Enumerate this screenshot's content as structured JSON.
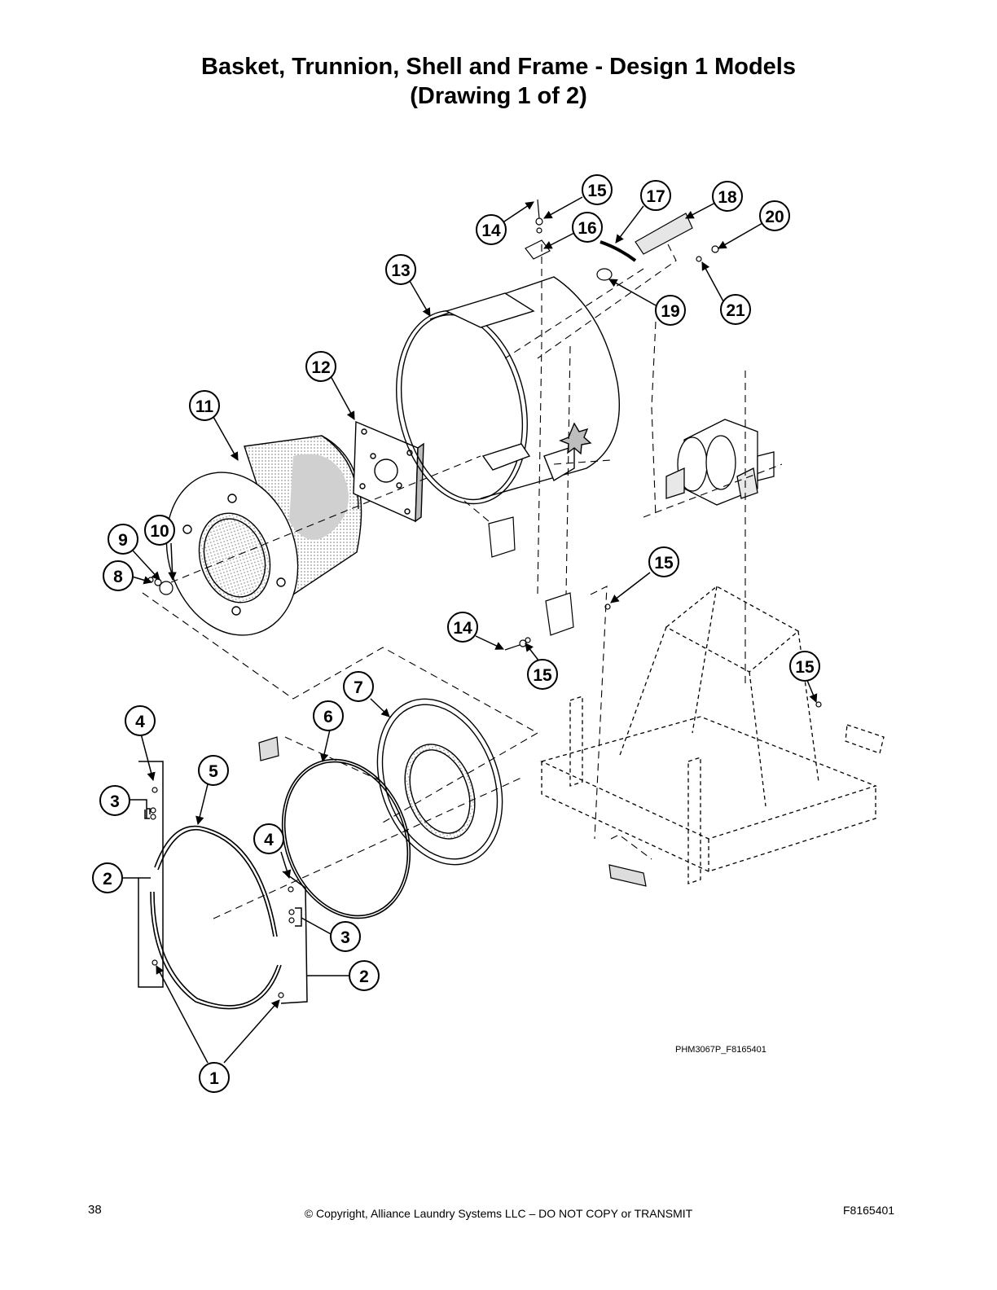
{
  "title_line1": "Basket, Trunnion, Shell and Frame - Design 1 Models",
  "title_line2": "(Drawing 1 of 2)",
  "drawing_code": "PHM3067P_F8165401",
  "footer": {
    "page_number": "38",
    "copyright": "© Copyright, Alliance Laundry Systems LLC – DO NOT COPY or TRANSMIT",
    "doc_id": "F8165401"
  },
  "callouts": {
    "c1": "1",
    "c2a": "2",
    "c2b": "2",
    "c3a": "3",
    "c3b": "3",
    "c4a": "4",
    "c4b": "4",
    "c5": "5",
    "c6": "6",
    "c7": "7",
    "c8": "8",
    "c9": "9",
    "c10": "10",
    "c11": "11",
    "c12": "12",
    "c13": "13",
    "c14a": "14",
    "c14b": "14",
    "c15a": "15",
    "c15b": "15",
    "c15c": "15",
    "c15d": "15",
    "c16": "16",
    "c17": "17",
    "c18": "18",
    "c19": "19",
    "c20": "20",
    "c21": "21"
  },
  "colors": {
    "ink": "#000000",
    "paper": "#ffffff",
    "mesh": "#c8c8c8",
    "shade": "#dcdcdc"
  }
}
